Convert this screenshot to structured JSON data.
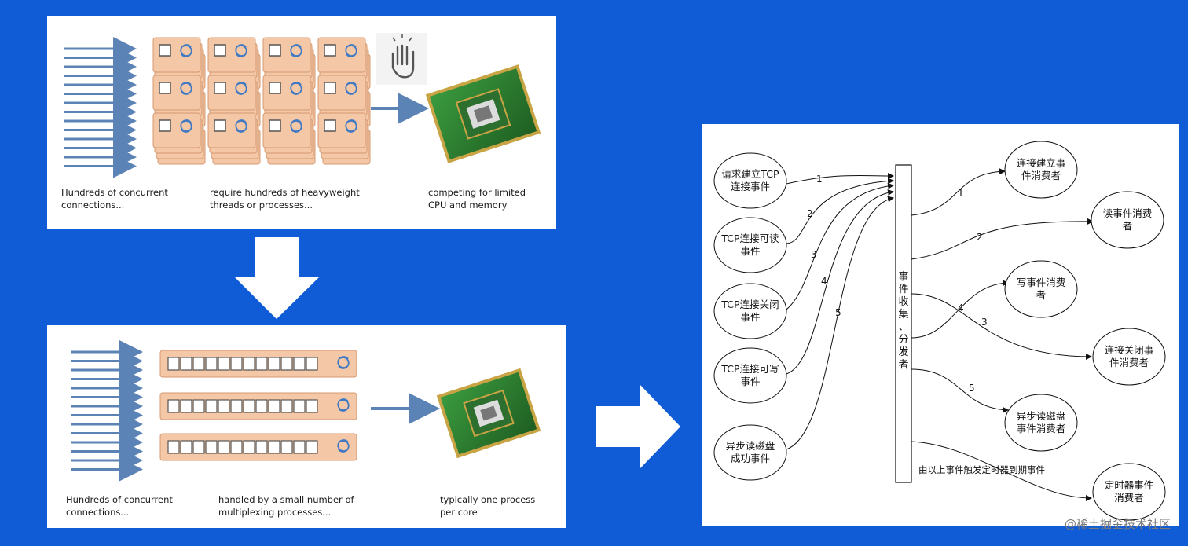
{
  "top_diagram": {
    "caption_connections": "Hundreds of concurrent connections...",
    "caption_threads": "require hundreds of heavyweight threads or processes...",
    "caption_cpu": "competing for limited CPU and memory"
  },
  "bottom_diagram": {
    "caption_connections": "Hundreds of concurrent connections...",
    "caption_processes": "handled by a small number of multiplexing processes...",
    "caption_cpu": "typically one process per core"
  },
  "event_diagram": {
    "dispatcher_label": "事件收集、分发者",
    "sources": [
      {
        "label": "请求建立TCP\n连接事件",
        "num": "1"
      },
      {
        "label": "TCP连接可读\n事件",
        "num": "2"
      },
      {
        "label": "TCP连接关闭\n事件",
        "num": "3"
      },
      {
        "label": "TCP连接可写\n事件",
        "num": "4"
      },
      {
        "label": "异步读磁盘\n成功事件",
        "num": "5"
      }
    ],
    "consumers": [
      {
        "label": "连接建立事\n件消费者",
        "num": "1"
      },
      {
        "label": "读事件消费\n者",
        "num": "2"
      },
      {
        "label": "写事件消费\n者",
        "num": "4"
      },
      {
        "label": "连接关闭事\n件消费者",
        "num": "3"
      },
      {
        "label": "异步读磁盘\n事件消费者",
        "num": "5"
      },
      {
        "label": "定时器事件\n消费者",
        "num": ""
      }
    ],
    "timer_note": "由以上事件触发定时器到期事件"
  },
  "watermark": "@稀土掘金技术社区",
  "colors": {
    "background": "#0f5cd6",
    "arrow_steel": "#5b83b6",
    "thread_box": "#f4c7a6",
    "cpu_green": "#2e7d32",
    "cpu_gold": "#c9a445"
  }
}
